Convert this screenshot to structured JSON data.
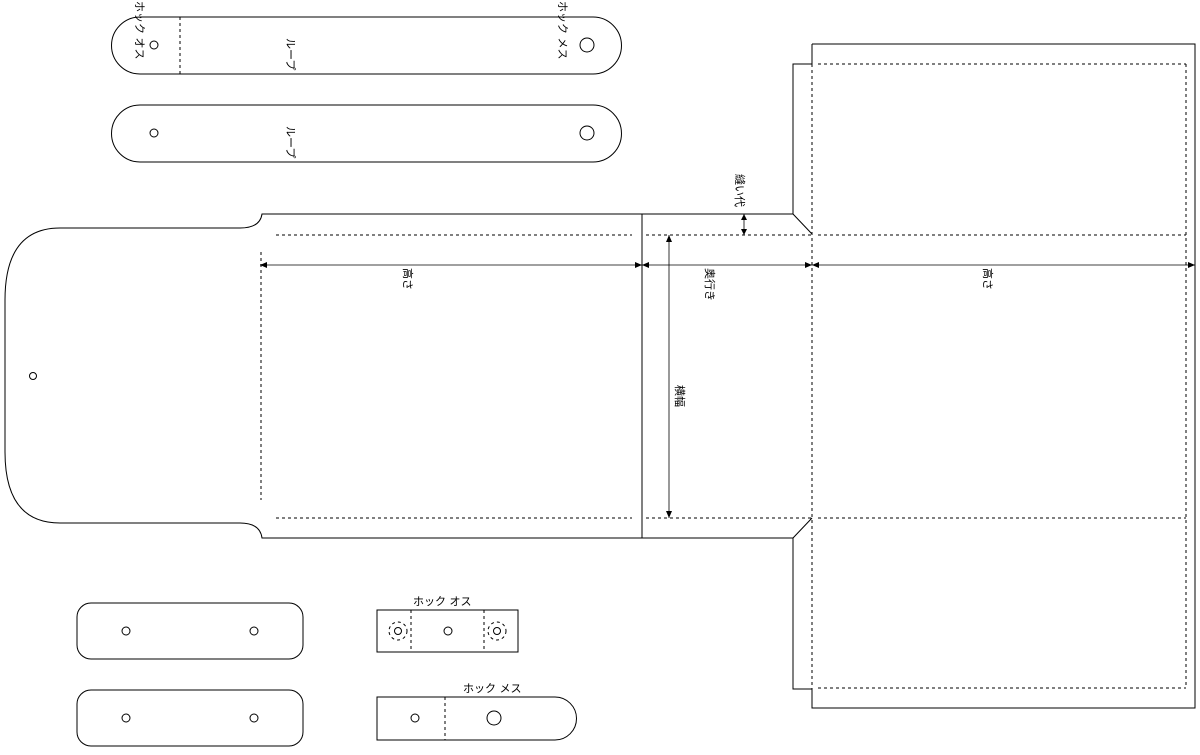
{
  "labels": {
    "hook_male": "ホック オス",
    "hook_female": "ホック メス",
    "loop": "ループ",
    "height": "高さ",
    "depth": "奥行き",
    "width": "横幅",
    "seam_allowance": "縫い代"
  }
}
